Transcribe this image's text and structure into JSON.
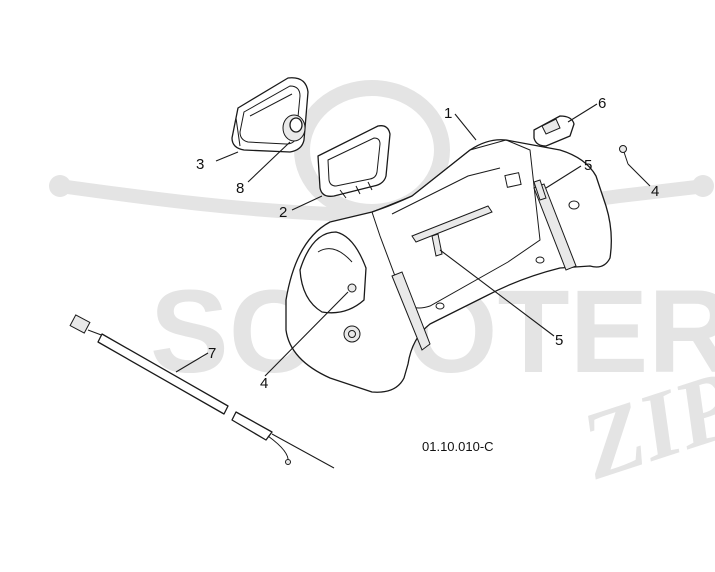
{
  "diagram": {
    "reference_code": "01.10.010-C",
    "watermark_text": "SCOOTER",
    "watermark_logo": "ZIP",
    "callouts": [
      {
        "id": "1",
        "label": "1"
      },
      {
        "id": "2",
        "label": "2"
      },
      {
        "id": "3",
        "label": "3"
      },
      {
        "id": "4a",
        "label": "4"
      },
      {
        "id": "4b",
        "label": "4"
      },
      {
        "id": "5a",
        "label": "5"
      },
      {
        "id": "5b",
        "label": "5"
      },
      {
        "id": "6",
        "label": "6"
      },
      {
        "id": "7",
        "label": "7"
      },
      {
        "id": "8",
        "label": "8"
      }
    ]
  }
}
